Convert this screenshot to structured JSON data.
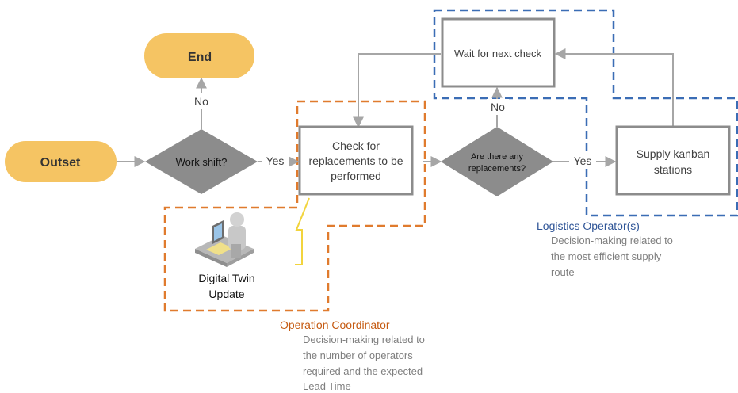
{
  "nodes": {
    "end": "End",
    "outset": "Outset",
    "work_shift": "Work shift?",
    "check_line1": "Check for",
    "check_line2": "replacements to be",
    "check_line3": "performed",
    "replacements_line1": "Are there any",
    "replacements_line2": "replacements?",
    "wait": "Wait for next check",
    "supply_line1": "Supply kanban",
    "supply_line2": "stations",
    "digital_twin_line1": "Digital Twin",
    "digital_twin_line2": "Update"
  },
  "edge_labels": {
    "no_up": "No",
    "yes_right": "Yes",
    "no_wait": "No",
    "yes_supply": "Yes"
  },
  "roles": {
    "logistics": {
      "title": "Logistics Operator(s)",
      "desc_line1": "Decision-making related to",
      "desc_line2": "the most efficient supply",
      "desc_line3": "route"
    },
    "coordinator": {
      "title": "Operation Coordinator",
      "desc_line1": "Decision-making related to",
      "desc_line2": "the number of operators",
      "desc_line3": "required and the expected",
      "desc_line4": "Lead Time"
    }
  },
  "colors": {
    "terminal_fill": "#F5C463",
    "decision_fill": "#8C8C8C",
    "connector": "#A6A6A6",
    "box_border": "#8C8C8C",
    "coordinator_dash": "#E07B2E",
    "logistics_dash": "#3B6DB5",
    "coordinator_text": "#C55A11",
    "logistics_text": "#2F5597",
    "brace": "#F2D43D",
    "desc_text": "#7F7F7F"
  }
}
